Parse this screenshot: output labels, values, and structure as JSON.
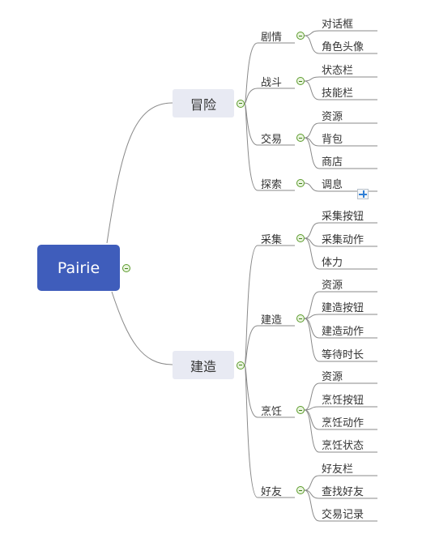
{
  "root": {
    "label": "Pairie"
  },
  "branches": [
    {
      "label": "冒险",
      "children": [
        {
          "label": "剧情",
          "leaves": [
            "对话框",
            "角色头像"
          ]
        },
        {
          "label": "战斗",
          "leaves": [
            "状态栏",
            "技能栏"
          ]
        },
        {
          "label": "交易",
          "leaves": [
            "资源",
            "背包",
            "商店"
          ]
        },
        {
          "label": "探索",
          "leaves": [
            "调息"
          ]
        }
      ]
    },
    {
      "label": "建造",
      "children": [
        {
          "label": "采集",
          "leaves": [
            "采集按钮",
            "采集动作",
            "体力"
          ]
        },
        {
          "label": "建造",
          "leaves": [
            "资源",
            "建造按钮",
            "建造动作",
            "等待时长"
          ]
        },
        {
          "label": "烹饪",
          "leaves": [
            "资源",
            "烹饪按钮",
            "烹饪动作",
            "烹饪状态"
          ]
        },
        {
          "label": "好友",
          "leaves": [
            "好友栏",
            "查找好友",
            "交易记录"
          ]
        }
      ]
    }
  ],
  "colors": {
    "root_fill": "#3f5dbb",
    "branch_fill": "#e8eaf3",
    "line": "#8a8a8a",
    "toggle": "#5a9a2a",
    "expand": "#2f7fd6"
  }
}
